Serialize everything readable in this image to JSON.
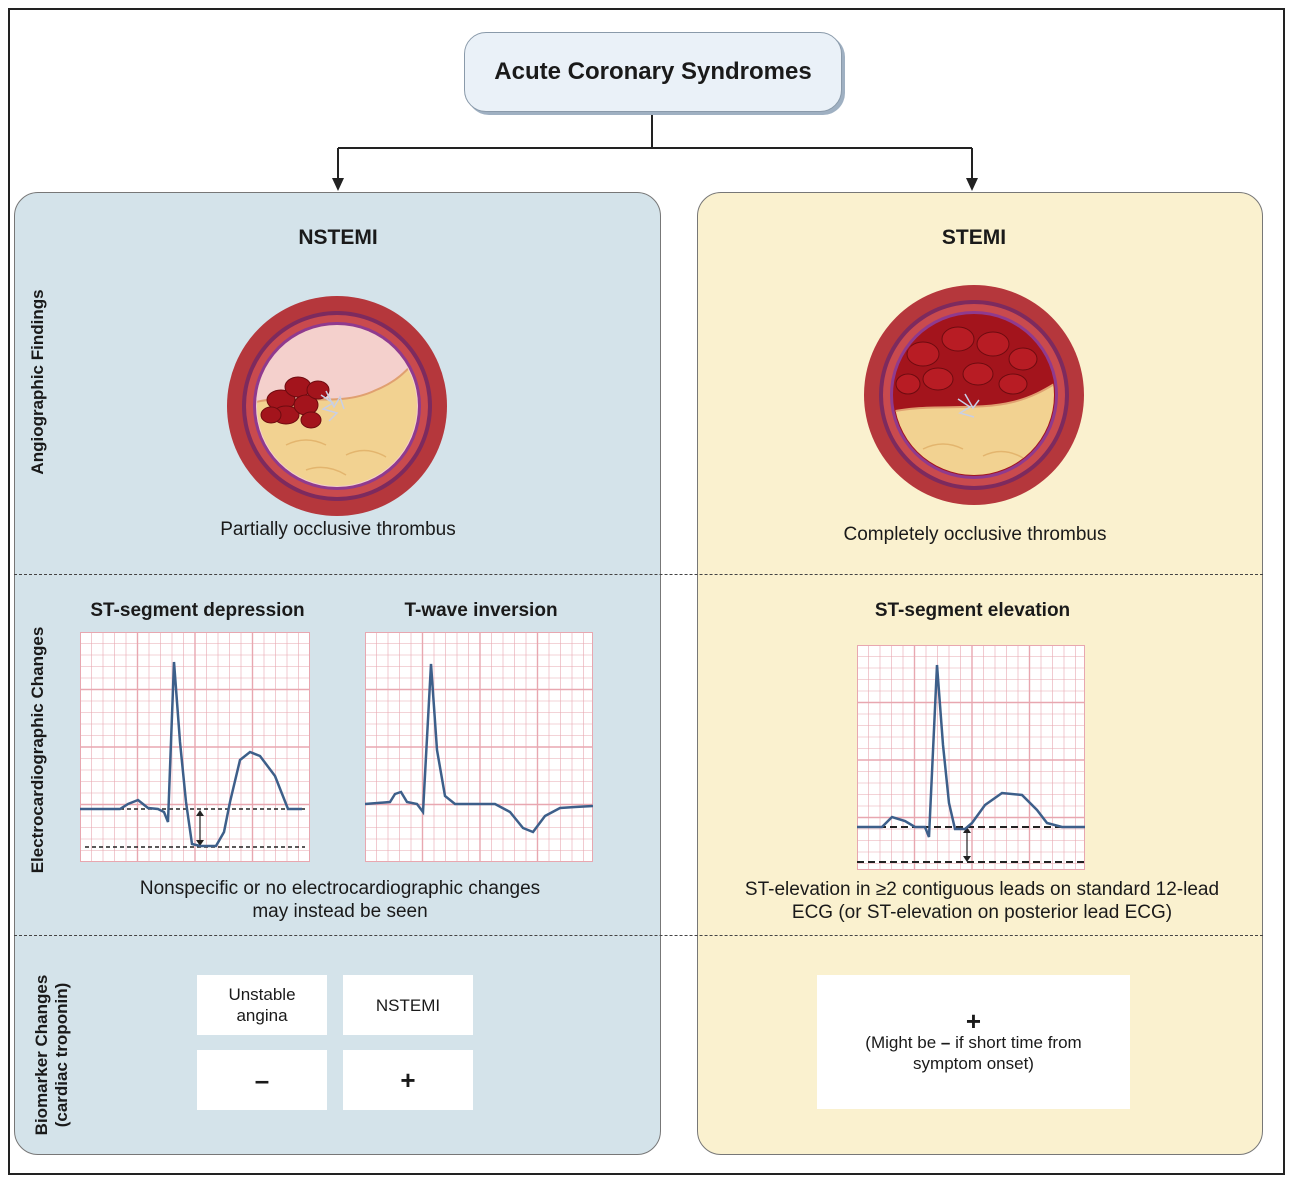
{
  "root": {
    "title": "Acute Coronary Syndromes"
  },
  "row_labels": {
    "angiographic": "Angiographic Findings",
    "ecg": "Electrocardiographic Changes",
    "biomarker_line1": "Biomarker Changes",
    "biomarker_line2": "(cardiac troponin)"
  },
  "nstemi": {
    "title": "NSTEMI",
    "angio_caption": "Partially occlusive thrombus",
    "ecg_titles": [
      "ST-segment depression",
      "T-wave inversion"
    ],
    "ecg_caption_line1": "Nonspecific or no electrocardiographic changes",
    "ecg_caption_line2": "may instead be seen",
    "biomarkers": [
      {
        "label_line1": "Unstable",
        "label_line2": "angina",
        "sign": "–"
      },
      {
        "label_line1": "NSTEMI",
        "label_line2": "",
        "sign": "+"
      }
    ]
  },
  "stemi": {
    "title": "STEMI",
    "angio_caption": "Completely occlusive thrombus",
    "ecg_title": "ST-segment elevation",
    "ecg_caption_line1": "ST-elevation in ≥2 contiguous leads on standard 12-lead",
    "ecg_caption_line2": "ECG (or ST-elevation on posterior lead ECG)",
    "biomarker": {
      "sign": "+",
      "note_prefix": "(Might be",
      "note_dash": "–",
      "note_suffix": "if short time from",
      "note_line2": "symptom onset)"
    }
  },
  "colors": {
    "nstemi_panel": "#d4e3ea",
    "stemi_panel": "#faf1cf",
    "ecg_grid": "#e8a7b0",
    "ecg_trace": "#3d5f8a",
    "vessel_wall": "#b5373c",
    "plaque": "#f2d291",
    "thrombus": "#a3141c"
  }
}
